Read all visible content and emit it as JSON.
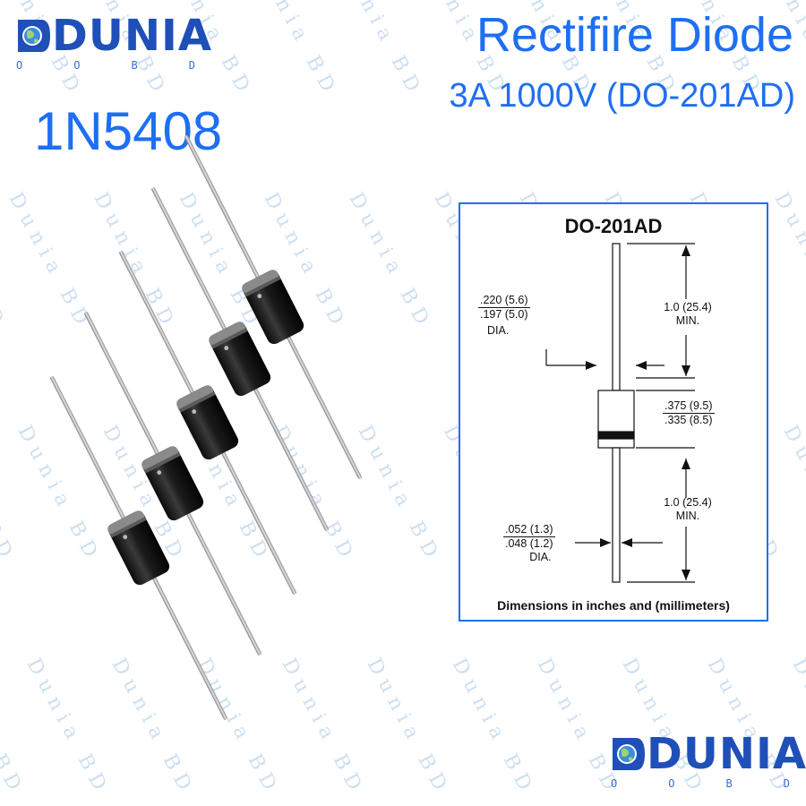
{
  "brand": {
    "name": "DUNIA",
    "sub": [
      "O",
      "O",
      "B",
      "D"
    ]
  },
  "header": {
    "title": "Rectifire Diode",
    "subtitle": "3A 1000V (DO-201AD)",
    "part_number": "1N5408"
  },
  "watermark_text": "Dunia BD",
  "datasheet": {
    "title": "DO-201AD",
    "footer": "Dimensions in inches and (millimeters)",
    "body_dia": {
      "top": ".220 (5.6)",
      "bottom": ".197 (5.0)",
      "unit": "DIA."
    },
    "lead_length_top": {
      "value": "1.0 (25.4)",
      "note": "MIN."
    },
    "body_length": {
      "top": ".375 (9.5)",
      "bottom": ".335 (8.5)"
    },
    "lead_length_bottom": {
      "value": "1.0 (25.4)",
      "note": "MIN."
    },
    "lead_dia": {
      "top": ".052 (1.3)",
      "bottom": ".048 (1.2)",
      "unit": "DIA."
    }
  },
  "colors": {
    "brand_blue": "#1f4fb8",
    "accent_blue": "#1e6ff2",
    "diode_body": "#1a1a1a"
  },
  "icons": {
    "logo": "globe-icon"
  }
}
